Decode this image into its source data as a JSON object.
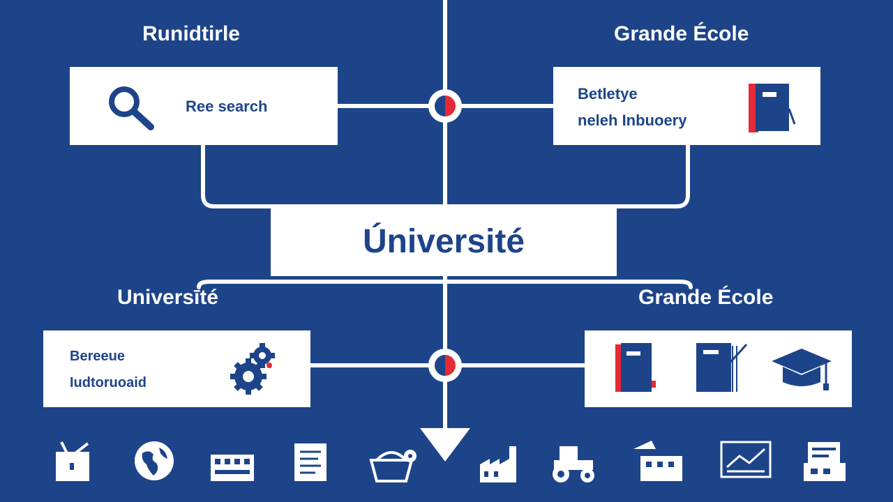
{
  "colors": {
    "background": "#1d4489",
    "box": "#ffffff",
    "text": "#1d4489",
    "accent_red": "#e32a36"
  },
  "top_left": {
    "heading": "Runidtirle",
    "box_text": "Ree search",
    "icon": "magnifier-icon"
  },
  "top_right": {
    "heading": "Grande École",
    "box_line1": "Betletye",
    "box_line2": "neleh Inbuoery",
    "icon": "book-icon"
  },
  "center": {
    "title": "Úniversité"
  },
  "bottom_left": {
    "heading": "Universīté",
    "box_line1": "Bereeue",
    "box_line2": "Iudtoruoaid",
    "icon": "gears-icon"
  },
  "bottom_right": {
    "heading": "Grande École",
    "icons": [
      "book-icon",
      "notebook-pen-icon",
      "graduation-cap-icon"
    ]
  },
  "bottom_icons": [
    "tv-icon",
    "globe-icon",
    "building-icon",
    "document-icon",
    "basket-gear-icon",
    "factory-icon",
    "tractor-icon",
    "workshop-icon",
    "chart-board-icon",
    "office-icon"
  ]
}
